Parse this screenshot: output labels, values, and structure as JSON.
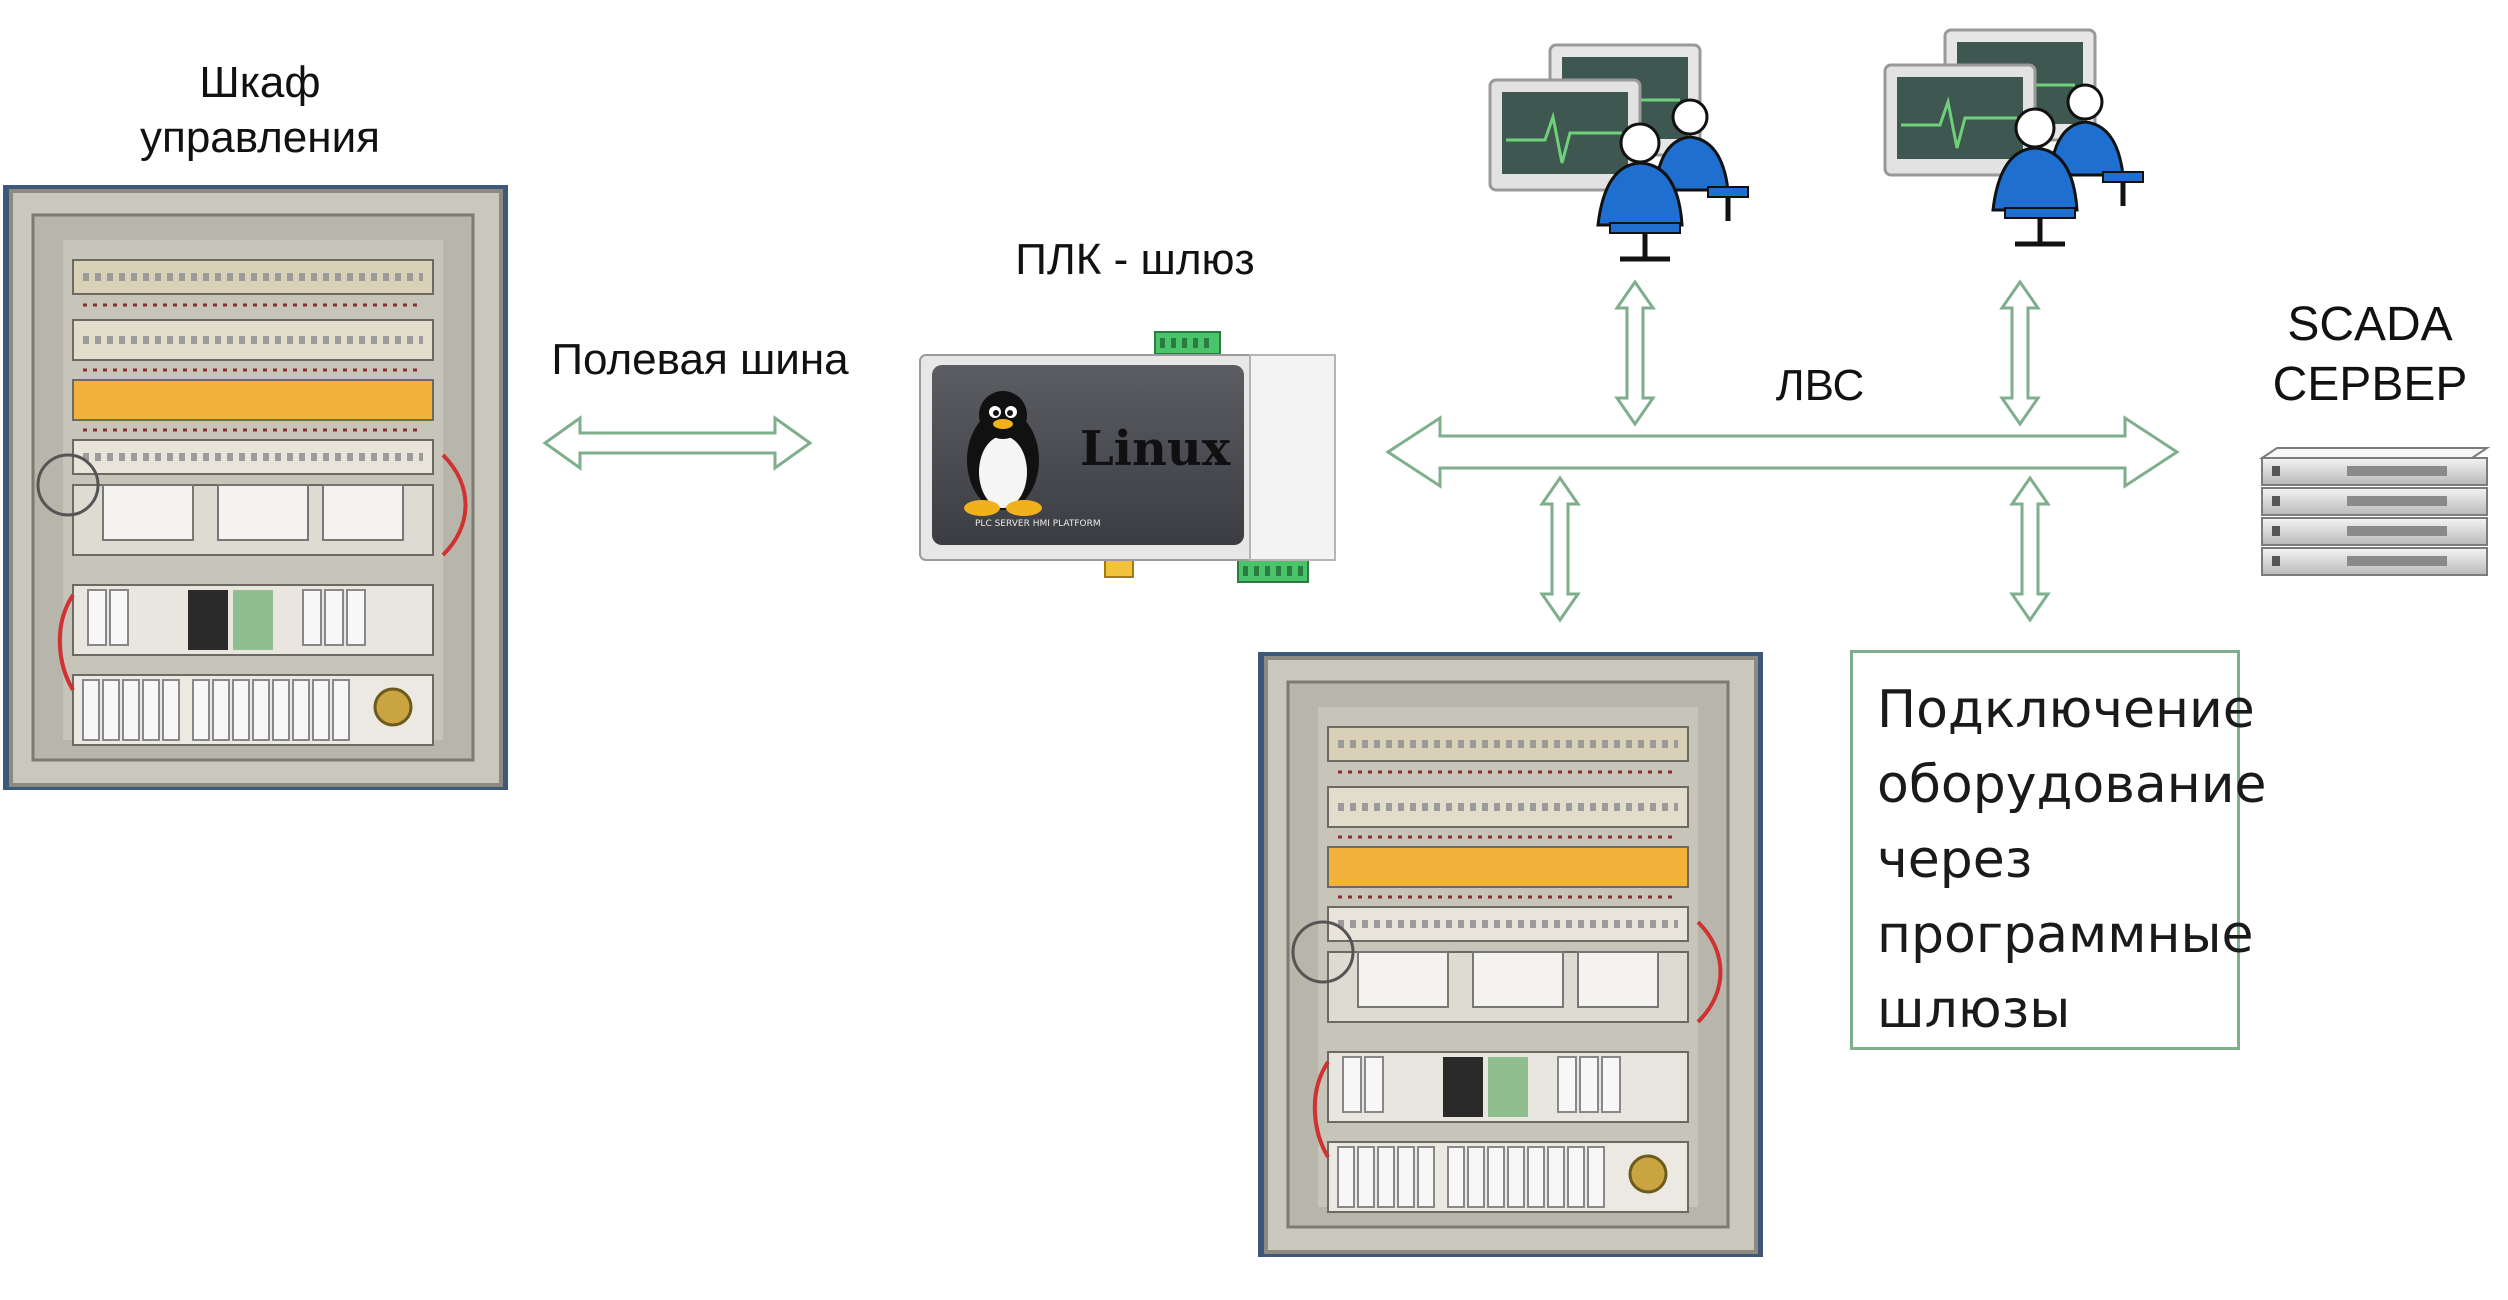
{
  "labels": {
    "cabinet_title": "Шкаф\nуправления",
    "fieldbus": "Полевая шина",
    "plc_gateway": "ПЛК - шлюз",
    "lan": "ЛВС",
    "scada_server": "SCADA\nСЕРВЕР"
  },
  "plc_device": {
    "brand": "Linux",
    "caption": "PLC   SERVER   HMI PLATFORM"
  },
  "note_box": {
    "lines": [
      "Подключение",
      "оборудование",
      "через",
      "программные",
      "шлюзы"
    ]
  },
  "colors": {
    "arrow_stroke": "#7fae8c",
    "cabinet_frame": "#c9c6bb",
    "workstation_person": "#1e6fd0",
    "server_body": "#d9d9d9"
  },
  "icons": [
    "cabinet-photo",
    "plc-gateway-device",
    "operator-workstation-icon",
    "server-rack-icon",
    "tux-penguin-icon"
  ]
}
